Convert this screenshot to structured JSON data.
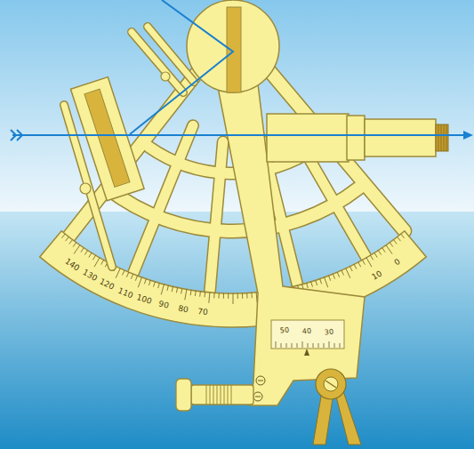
{
  "diagram": {
    "labels": [
      "140",
      "130",
      "120",
      "110",
      "100",
      "90",
      "80",
      "70",
      "10",
      "0",
      "50",
      "40",
      "30"
    ]
  }
}
